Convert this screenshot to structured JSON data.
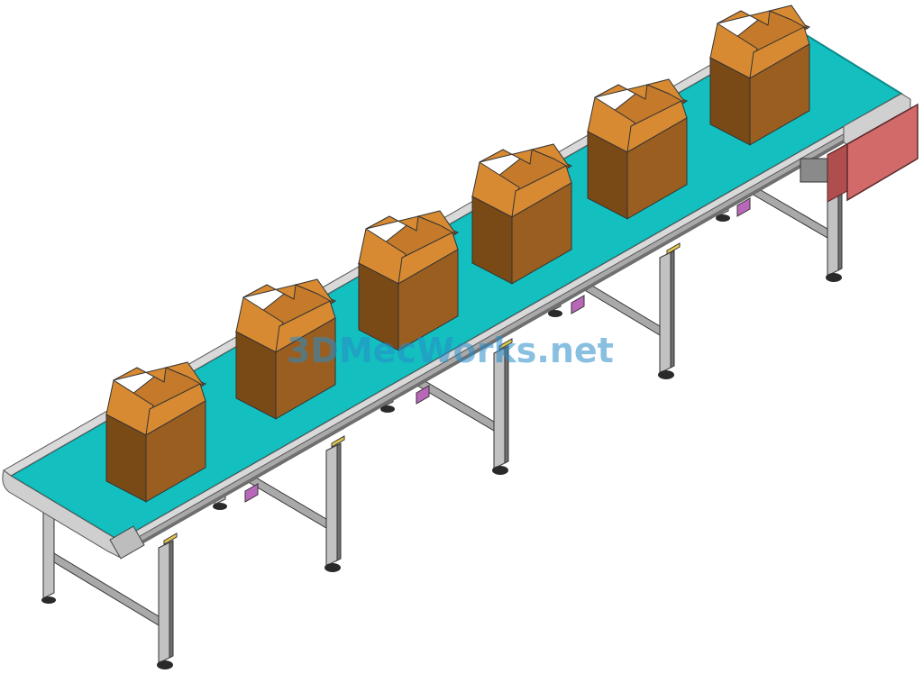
{
  "watermark": {
    "text": "3DMecWorks.net"
  },
  "colors": {
    "belt": "#14bfbf",
    "belt_edge": "#0c8a8a",
    "frame_top": "#d9d9d9",
    "frame_dark": "#6f6f6f",
    "frame_side": "#a9a9a9",
    "leg": "#c2c2c2",
    "foot": "#2a2a2a",
    "bracket": "#b968b9",
    "yellow": "#e6c84a",
    "box_front": "#7a4a16",
    "box_side": "#9a5e20",
    "box_inner": "#c47a2a",
    "box_flap": "#d88a32",
    "motor_front": "#d26a6a",
    "motor_side": "#b04d4d",
    "watermark": "rgba(40,140,200,0.55)"
  },
  "parts": {
    "conveyor": "belt-conveyor",
    "boxes": 6,
    "legs": 6,
    "motor": "drive-motor-housing"
  }
}
